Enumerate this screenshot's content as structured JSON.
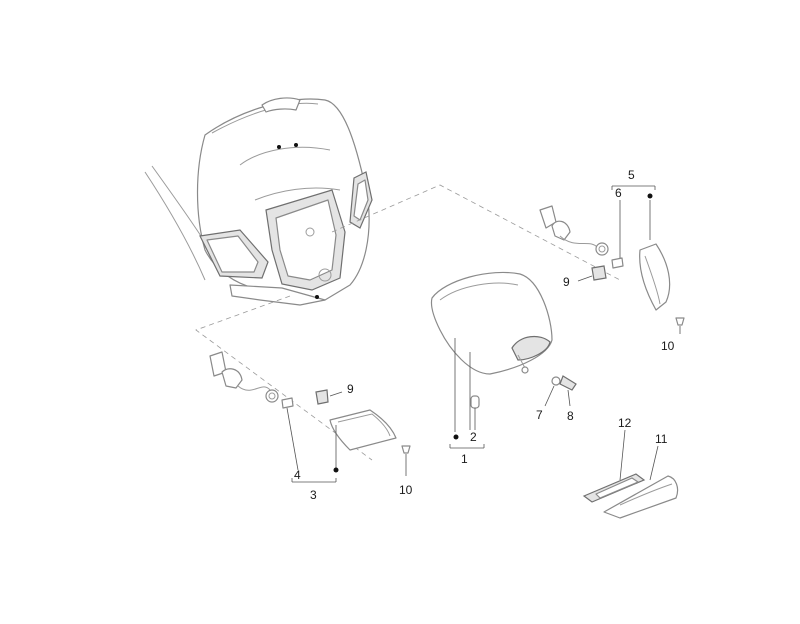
{
  "callouts": {
    "c1": "1",
    "c2": "2",
    "c3": "3",
    "c4": "4",
    "c5": "5",
    "c6": "6",
    "c7": "7",
    "c8": "8",
    "c9a": "9",
    "c9b": "9",
    "c10a": "10",
    "c10b": "10",
    "c11": "11",
    "c12": "12"
  }
}
